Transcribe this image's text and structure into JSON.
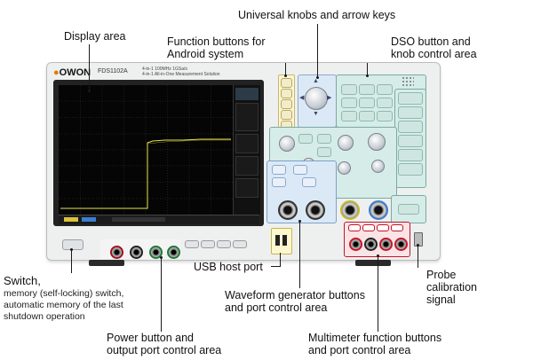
{
  "device": {
    "brand": "OWON",
    "model": "FDS1102A",
    "tagline": "4-in-1 All-in-One Measurement Solution",
    "spec1": "4-in-1",
    "spec2": "100MHz",
    "spec3": "1GSa/s"
  },
  "annotations": {
    "universal_knobs": "Universal knobs and arrow keys",
    "display_area": "Display area",
    "function_buttons_line1": "Function buttons for",
    "function_buttons_line2": "Android system",
    "dso_line1": "DSO button and",
    "dso_line2": "knob control area",
    "switch_title": "Switch,",
    "switch_desc_line1": "memory (self-locking) switch,",
    "switch_desc_line2": "automatic memory of the last",
    "switch_desc_line3": "shutdown operation",
    "usb_host": "USB host port",
    "waveform_line1": "Waveform generator buttons",
    "waveform_line2": "and port control area",
    "power_line1": "Power button and",
    "power_line2": "output port control area",
    "multimeter_line1": "Multimeter function buttons",
    "multimeter_line2": "and port control area",
    "probe_line1": "Probe",
    "probe_line2": "calibration",
    "probe_line3": "signal"
  },
  "colors": {
    "body": "#f1f2f2",
    "screen_bg": "#050505",
    "screen_grid": "#3a3a3a",
    "trace": "#e8e24a",
    "highlight_zone": "#d6ece9",
    "highlight_border": "#7da9c6",
    "red_jack_panel": "#c0162a",
    "green_jack": "#1f7a36"
  }
}
